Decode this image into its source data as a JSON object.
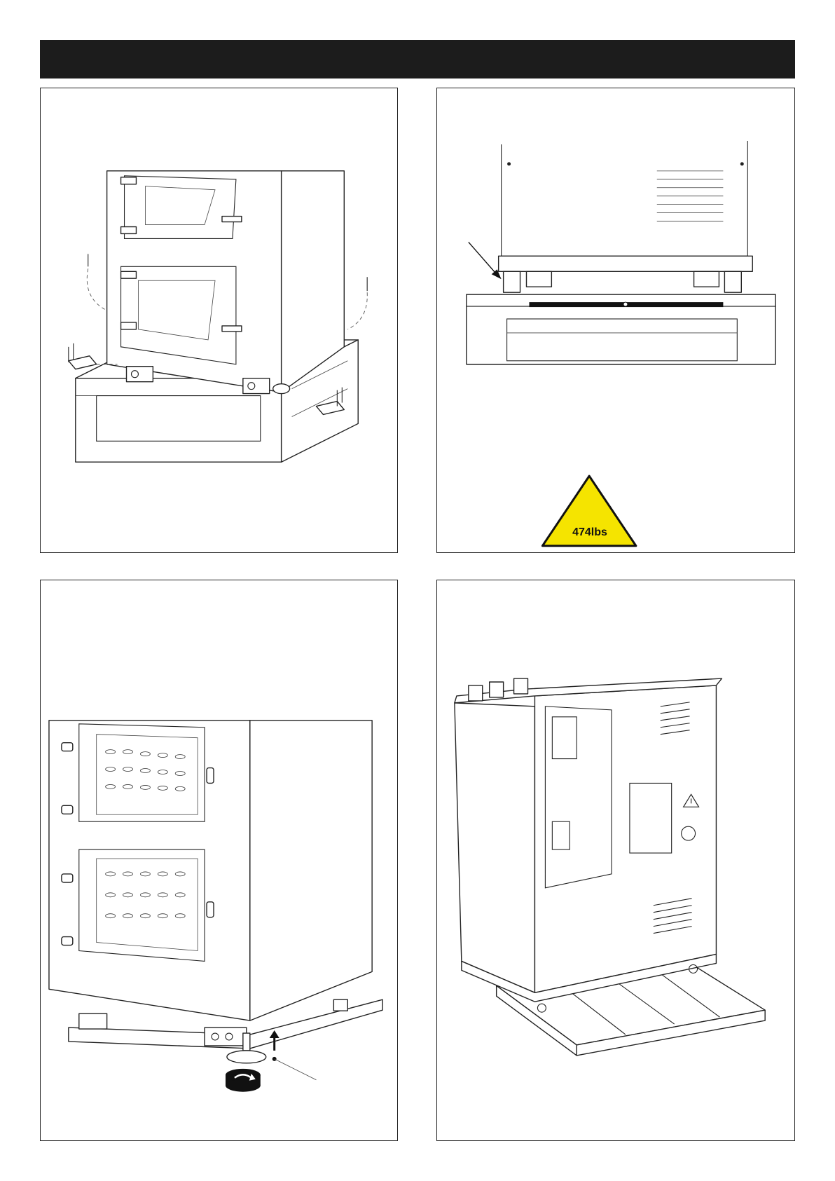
{
  "header": {
    "title": ""
  },
  "warning_sign": {
    "weight_label": "474lbs",
    "fill_color": "#f5e400",
    "stroke_color": "#111111",
    "icon": "weight-warning-icon"
  },
  "panels": [
    {
      "id": "pallet-bracket-removal",
      "icon": "oven-on-pallet-illustration"
    },
    {
      "id": "pallet-lift-point",
      "icon": "oven-rear-on-pallet-illustration"
    },
    {
      "id": "leveling-foot-adjustment",
      "icon": "oven-leveling-foot-illustration"
    },
    {
      "id": "oven-rear-view",
      "icon": "oven-rear-perspective-illustration"
    }
  ]
}
